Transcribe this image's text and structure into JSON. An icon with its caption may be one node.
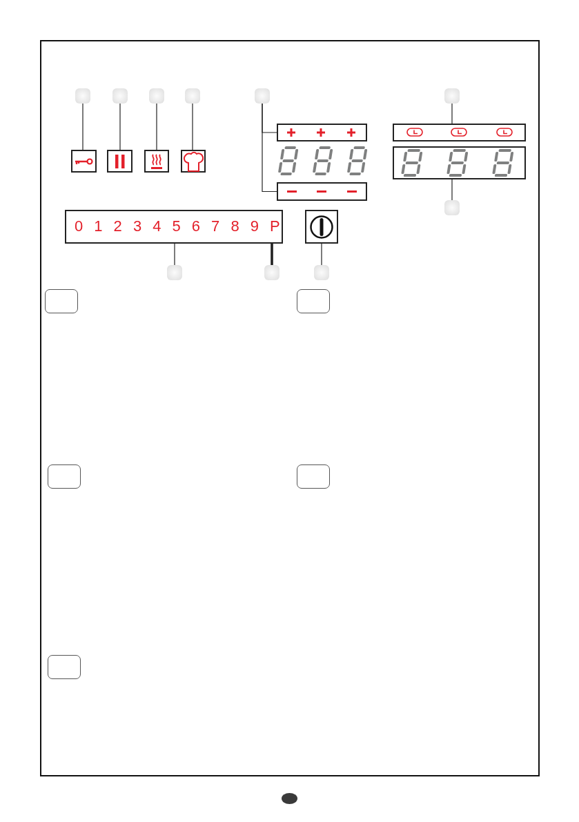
{
  "diagram": {
    "nodes": [
      {
        "text": [],
        "shape": "box"
      },
      {
        "text": [],
        "shape": "box"
      },
      {
        "text": [],
        "shape": "box"
      },
      {
        "text": [],
        "shape": "box"
      },
      {
        "text": [],
        "shape": "box"
      },
      {
        "text": [],
        "shape": "box"
      },
      {
        "text": [],
        "shape": "box"
      },
      {
        "text": [],
        "shape": "box"
      },
      {
        "text": [],
        "shape": "box"
      },
      {
        "text": [],
        "shape": "box"
      },
      {
        "text": [],
        "shape": "box"
      },
      {
        "text": [],
        "shape": "box"
      },
      {
        "text": [],
        "shape": "box"
      },
      {
        "text": [],
        "shape": "box"
      },
      {
        "text": [
          "0",
          "1",
          "2",
          "3",
          "4",
          "5",
          "6",
          "7",
          "8",
          "9",
          "P"
        ]
      },
      {
        "text": [],
        "shape": "box"
      },
      {
        "text": [],
        "shape": "box"
      },
      {
        "text": [],
        "shape": "box"
      },
      {
        "text": [],
        "shape": "box"
      },
      {
        "text": [],
        "shape": "box"
      },
      {
        "text": [],
        "shape": "box"
      },
      {
        "text": [],
        "shape": "box"
      },
      {
        "text": [],
        "shape": "box"
      },
      {
        "text": [],
        "shape": "box"
      },
      {
        "text": [],
        "shape": "box"
      }
    ],
    "edges": [
      {
        "from": 0,
        "to": 6,
        "arrow": "none"
      },
      {
        "from": 1,
        "to": 7,
        "arrow": "none"
      },
      {
        "from": 2,
        "to": 8,
        "arrow": "none"
      },
      {
        "from": 3,
        "to": 9,
        "arrow": "none"
      },
      {
        "from": 4,
        "to": 10,
        "arrow": "none"
      },
      {
        "from": 4,
        "to": 13,
        "arrow": "none"
      },
      {
        "from": 5,
        "to": 11,
        "arrow": "none"
      },
      {
        "from": 16,
        "to": 12,
        "arrow": "none"
      },
      {
        "from": 17,
        "to": 14,
        "arrow": "none"
      },
      {
        "from": 18,
        "to": 14,
        "arrow": "none",
        "style": "thick"
      },
      {
        "from": 19,
        "to": 15,
        "arrow": "none"
      }
    ]
  }
}
